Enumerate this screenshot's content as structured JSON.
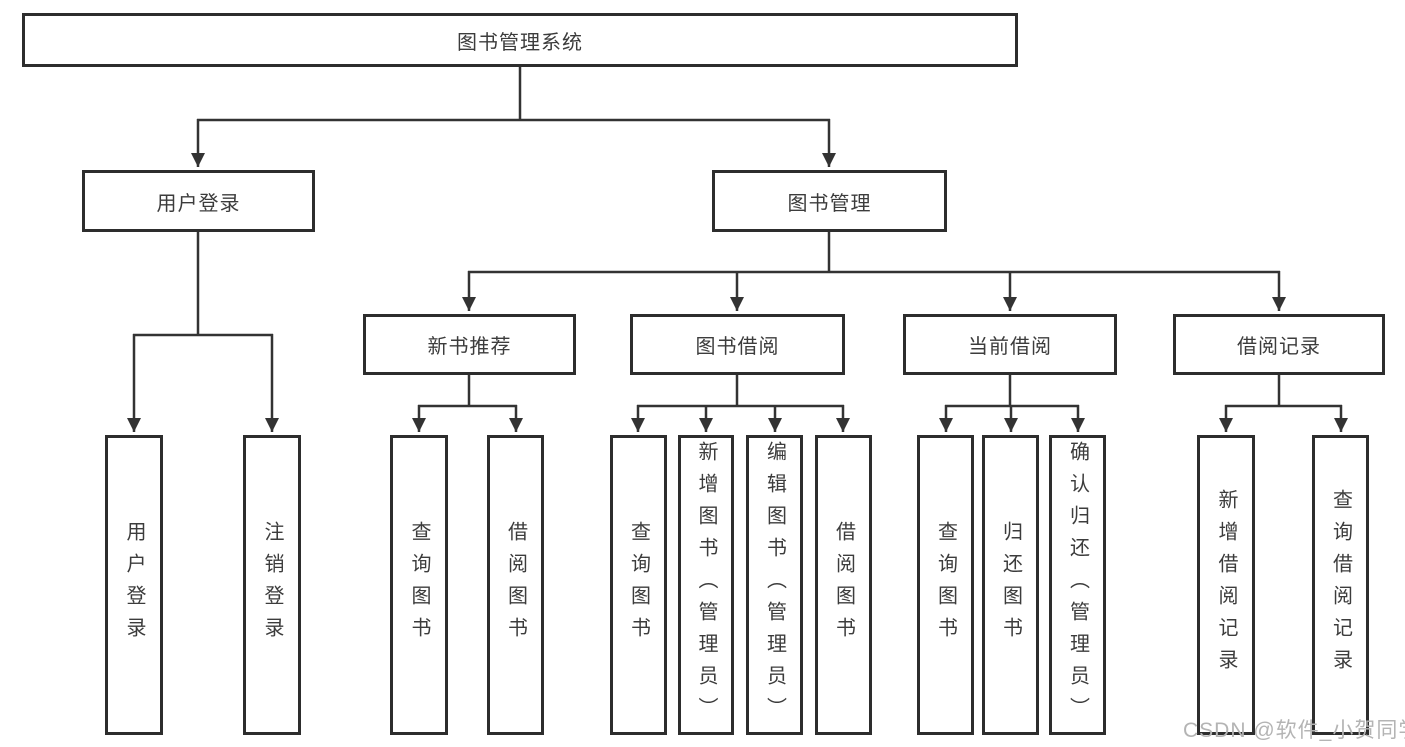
{
  "diagram_type": "hierarchy-tree",
  "colors": {
    "line": "#333333",
    "box_border": "#2d2d2d",
    "box_fill": "#ffffff",
    "text": "#3c3c3c",
    "watermark": "#b4b4b4"
  },
  "tree": {
    "root": {
      "label": "图书管理系统",
      "children": [
        {
          "label": "用户登录",
          "children": [
            {
              "label": "用户登录"
            },
            {
              "label": "注销登录"
            }
          ]
        },
        {
          "label": "图书管理",
          "children": [
            {
              "label": "新书推荐",
              "children": [
                {
                  "label": "查询图书"
                },
                {
                  "label": "借阅图书"
                }
              ]
            },
            {
              "label": "图书借阅",
              "children": [
                {
                  "label": "查询图书"
                },
                {
                  "label": "新增图书（管理员）"
                },
                {
                  "label": "编辑图书（管理员）"
                },
                {
                  "label": "借阅图书"
                }
              ]
            },
            {
              "label": "当前借阅",
              "children": [
                {
                  "label": "查询图书"
                },
                {
                  "label": "归还图书"
                },
                {
                  "label": "确认归还（管理员）"
                }
              ]
            },
            {
              "label": "借阅记录",
              "children": [
                {
                  "label": "新增借阅记录"
                },
                {
                  "label": "查询借阅记录"
                }
              ]
            }
          ]
        }
      ]
    }
  },
  "watermark": {
    "text": "CSDN @软件_小贺同学"
  }
}
